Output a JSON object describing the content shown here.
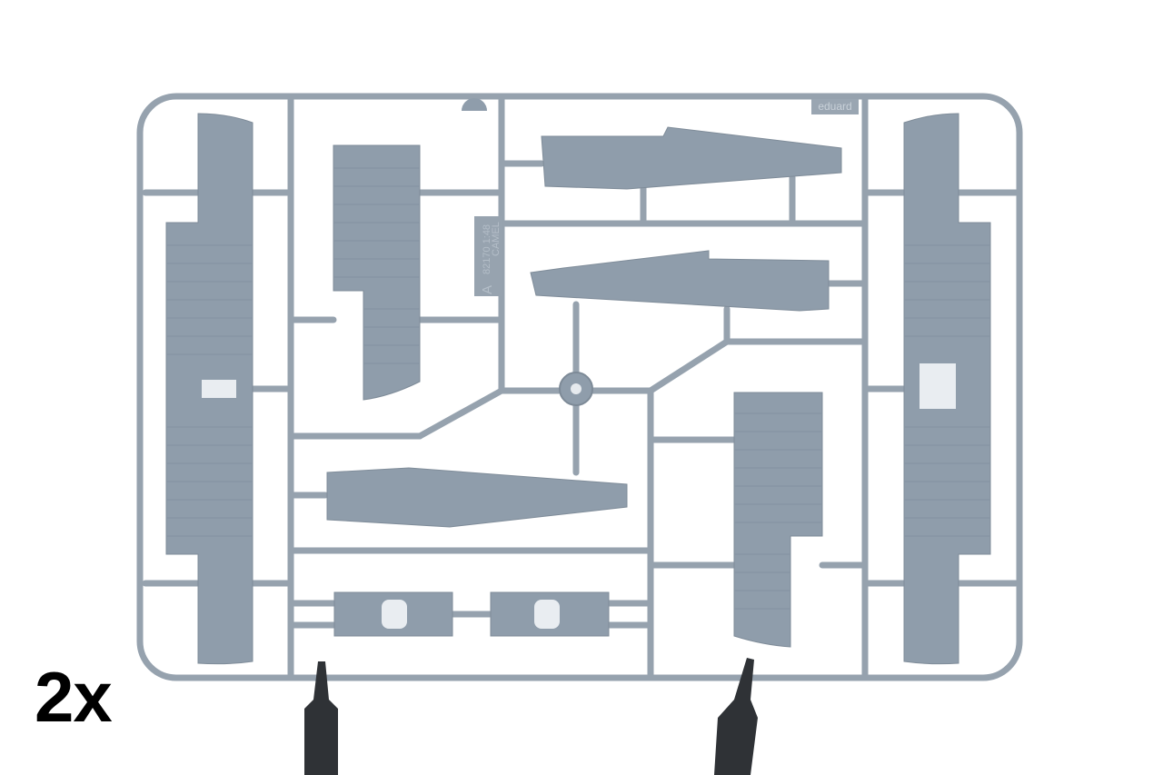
{
  "caption": {
    "quantity": "2x"
  },
  "sprue": {
    "brand": "eduard",
    "part_letter": "A",
    "kit_number_scale": "82170 1:48",
    "kit_name": "CAMEL"
  },
  "colors": {
    "plastic": "#8f9dab",
    "runner": "#96a2ae",
    "stand": "#2f3236"
  }
}
